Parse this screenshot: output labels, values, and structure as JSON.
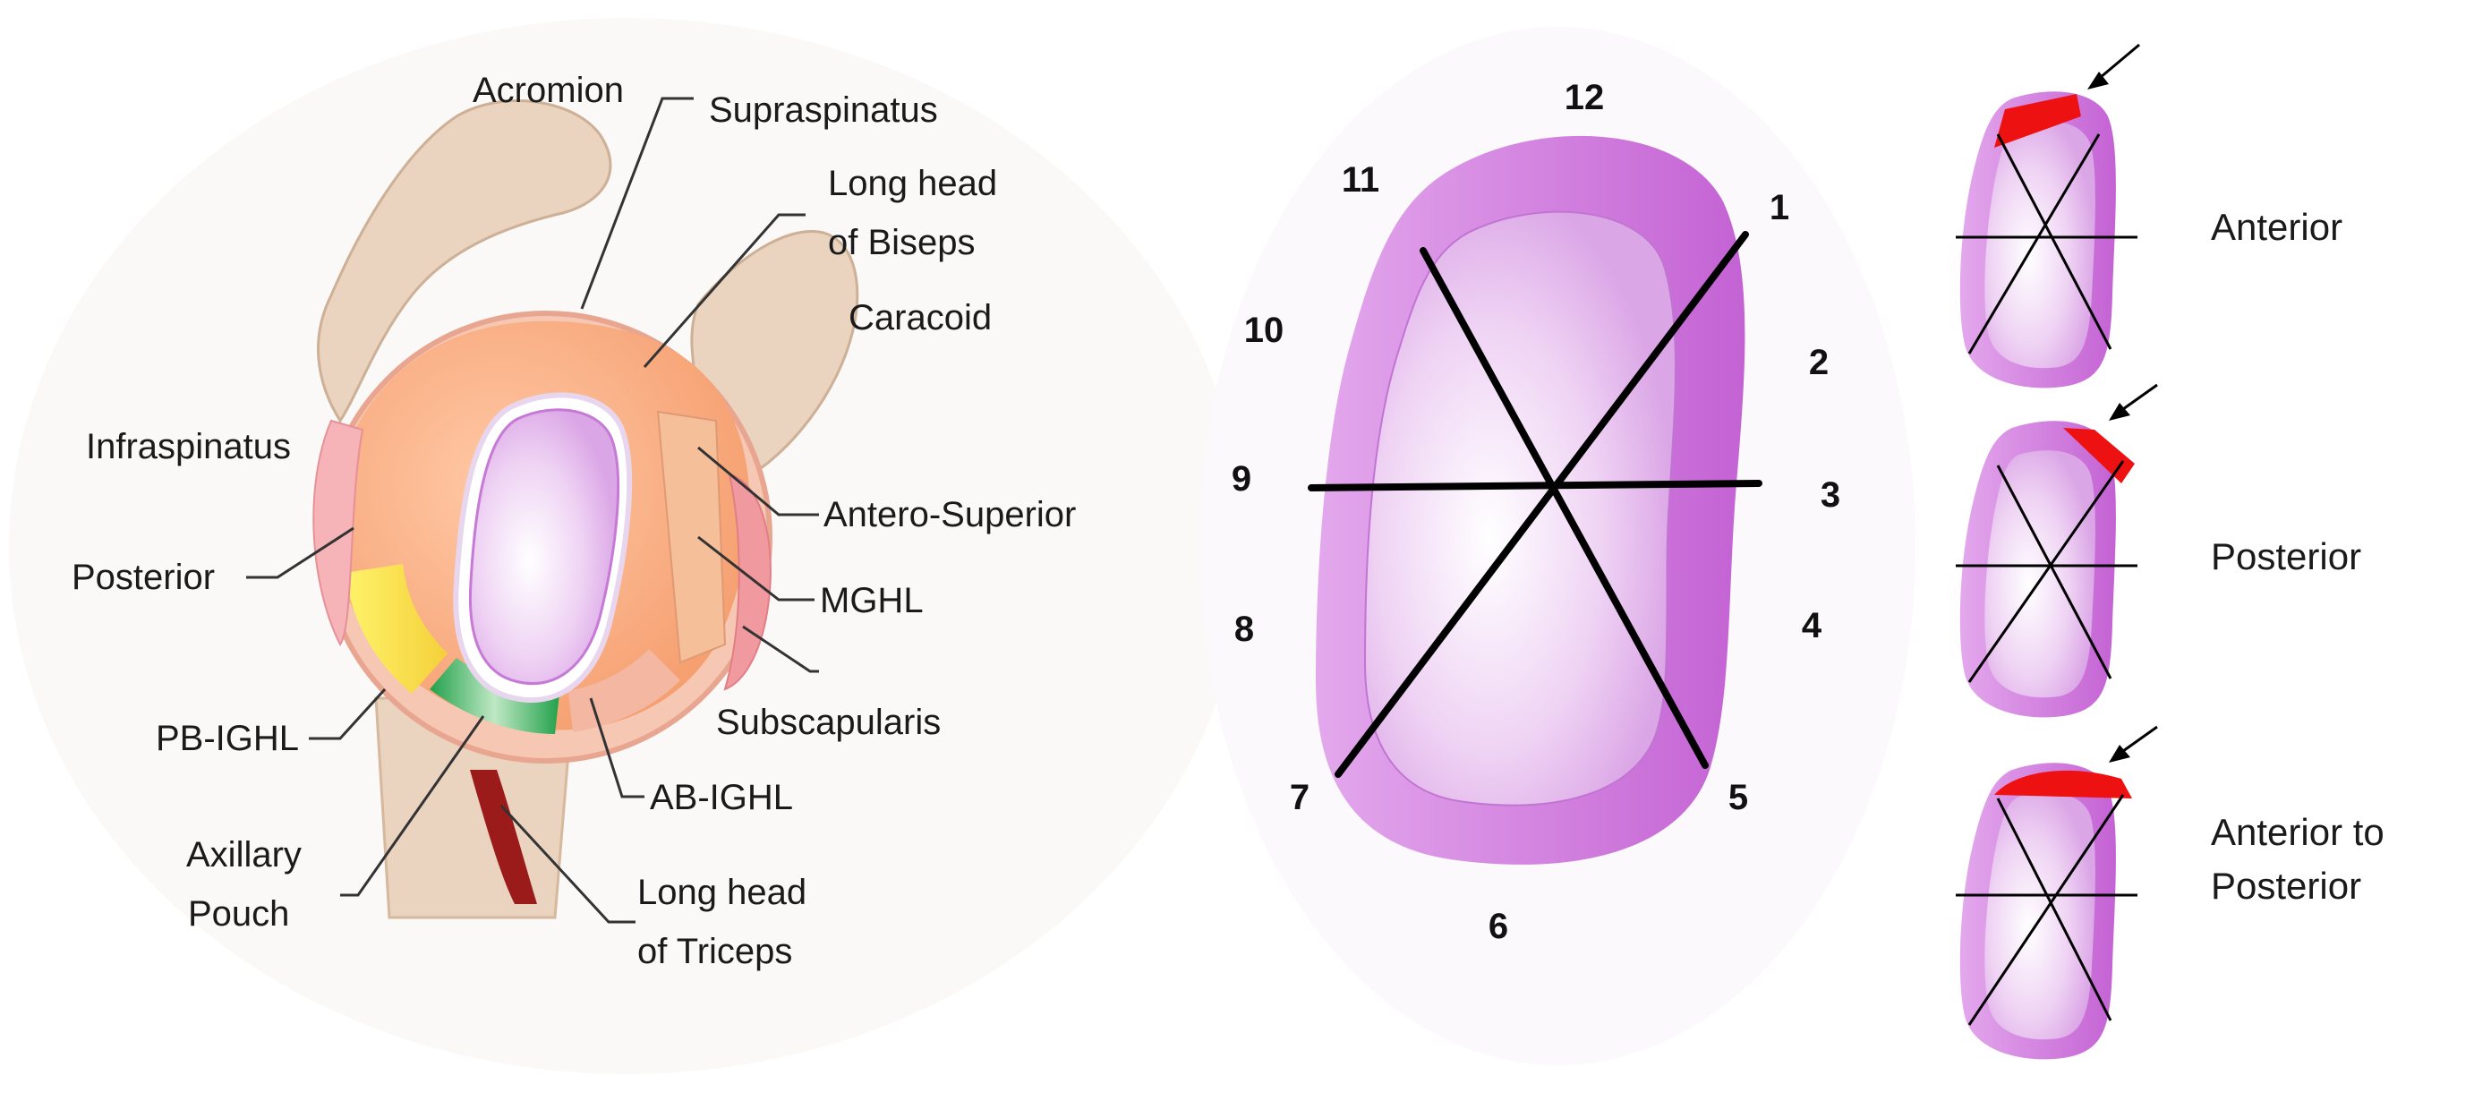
{
  "anatomy_labels": {
    "acromion": "Acromion",
    "supraspinatus": "Supraspinatus",
    "long_head_biceps": [
      "Long head",
      "of Biseps"
    ],
    "caracoid": "Caracoid",
    "infraspinatus": "Infraspinatus",
    "antero_superior": "Antero-Superior",
    "posterior": "Posterior",
    "mghl": "MGHL",
    "subscapularis": "Subscapularis",
    "pb_ighl": "PB-IGHL",
    "ab_ighl": "AB-IGHL",
    "axillary_pouch": [
      "Axillary",
      "Pouch"
    ],
    "long_head_triceps": [
      "Long head",
      "of Triceps"
    ]
  },
  "clock_numbers": [
    "12",
    "1",
    "2",
    "3",
    "4",
    "5",
    "6",
    "7",
    "8",
    "9",
    "10",
    "11"
  ],
  "lesion_types": [
    {
      "label": [
        "Anterior"
      ]
    },
    {
      "label": [
        "Posterior"
      ]
    },
    {
      "label": [
        "Anterior to",
        "Posterior"
      ]
    }
  ],
  "colors": {
    "glenoid_outer": "#c86fd6",
    "glenoid_inner": "#f3dff7",
    "lesion": "#ee1111",
    "bone": "#e9d3bf",
    "labrum": "#f7b08c"
  }
}
